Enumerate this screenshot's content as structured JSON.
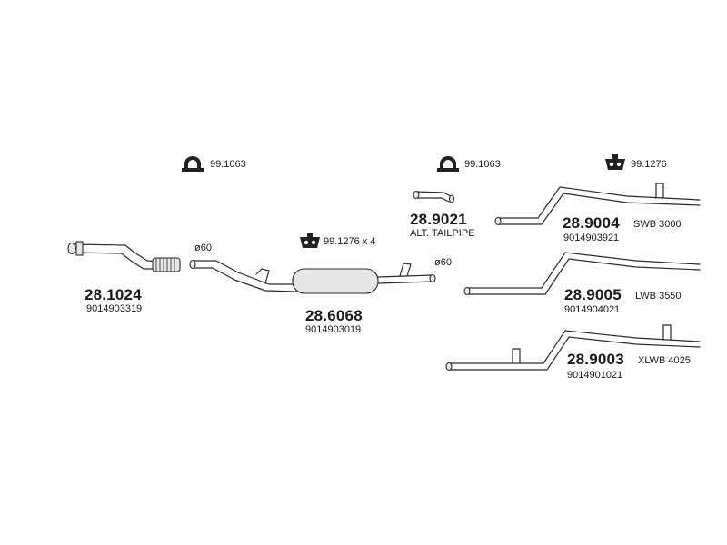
{
  "colors": {
    "background": "#ffffff",
    "line": "#2b2b2b",
    "text": "#1a1a1a",
    "icon_fill": "#222222"
  },
  "clamps": [
    {
      "icon": "open-clamp-icon",
      "code": "99.1063"
    },
    {
      "icon": "open-clamp-icon",
      "code": "99.1063"
    },
    {
      "icon": "rubber-hanger-icon",
      "code": "99.1276"
    },
    {
      "icon": "rubber-hanger-icon",
      "code": "99.1276 x 4"
    }
  ],
  "parts": {
    "front_pipe": {
      "number": "28.1024",
      "oem": "9014903319"
    },
    "silencer": {
      "number": "28.6068",
      "oem": "9014903019"
    },
    "alt_tailpipe": {
      "number": "28.9021",
      "note": "ALT. TAILPIPE"
    },
    "tail_swb": {
      "number": "28.9004",
      "variant": "SWB 3000",
      "oem": "9014903921"
    },
    "tail_lwb": {
      "number": "28.9005",
      "variant": "LWB 3550",
      "oem": "9014904021"
    },
    "tail_xlwb": {
      "number": "28.9003",
      "variant": "XLWB 4025",
      "oem": "9014901021"
    }
  },
  "diameters": {
    "silencer_inlet": "ø60",
    "silencer_outlet": "ø60"
  }
}
